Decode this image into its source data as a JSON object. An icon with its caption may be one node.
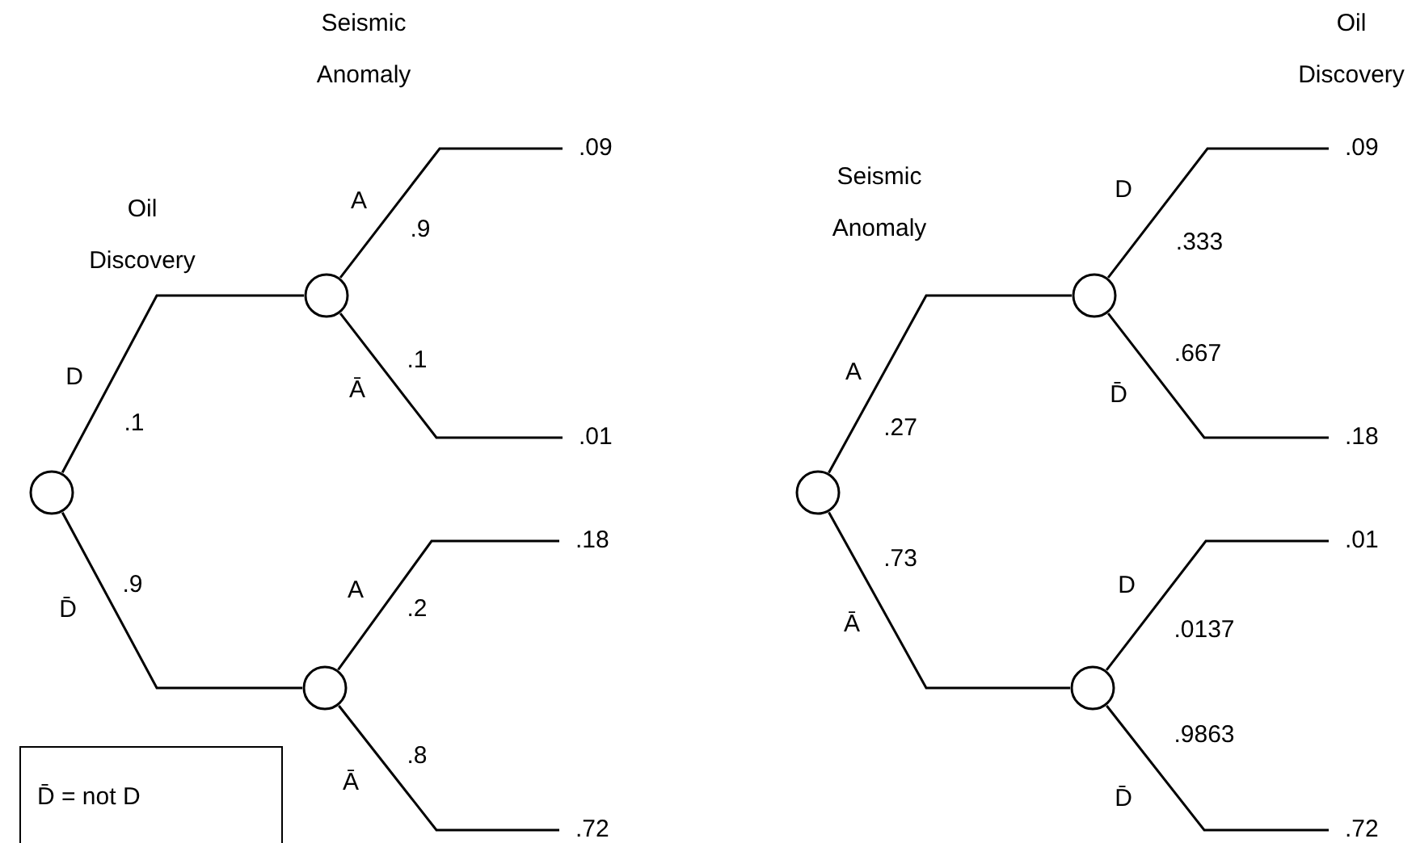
{
  "diagram": {
    "nodes": [
      {
        "text": [],
        "shape": "circle"
      },
      {
        "text": [],
        "shape": "circle"
      },
      {
        "text": [],
        "shape": "circle"
      },
      {
        "text": [
          ".09"
        ]
      },
      {
        "text": [
          ".01"
        ]
      },
      {
        "text": [
          ".18"
        ]
      },
      {
        "text": [
          ".72"
        ]
      },
      {
        "text": [],
        "shape": "circle"
      },
      {
        "text": [],
        "shape": "circle"
      },
      {
        "text": [],
        "shape": "circle"
      },
      {
        "text": [
          ".09"
        ]
      },
      {
        "text": [
          ".18"
        ]
      },
      {
        "text": [
          ".01"
        ]
      },
      {
        "text": [
          ".72"
        ]
      },
      {
        "text": [
          "D̄ = not D"
        ]
      }
    ],
    "edges": [
      {
        "from": 0,
        "to": 1,
        "arrow": "none",
        "label": ".1"
      },
      {
        "from": 0,
        "to": 2,
        "arrow": "none",
        "label": ".9"
      },
      {
        "from": 1,
        "to": 3,
        "arrow": "none",
        "label": ".9"
      },
      {
        "from": 1,
        "to": 4,
        "arrow": "none",
        "label": ".1"
      },
      {
        "from": 2,
        "to": 5,
        "arrow": "none",
        "label": ".2"
      },
      {
        "from": 2,
        "to": 6,
        "arrow": "none",
        "label": ".8"
      },
      {
        "from": 7,
        "to": 8,
        "arrow": "none",
        "label": ".27"
      },
      {
        "from": 7,
        "to": 9,
        "arrow": "none",
        "label": ".73"
      },
      {
        "from": 8,
        "to": 10,
        "arrow": "none",
        "label": ".333"
      },
      {
        "from": 8,
        "to": 11,
        "arrow": "none",
        "label": ".667"
      },
      {
        "from": 9,
        "to": 12,
        "arrow": "none",
        "label": ".0137"
      },
      {
        "from": 9,
        "to": 13,
        "arrow": "none",
        "label": ".9863"
      }
    ],
    "labels": [
      "Seismic Anomaly",
      "Oil Discovery",
      "Oil Discovery",
      "Seismic Anomaly",
      "D",
      "A",
      "A",
      "D",
      "Ā",
      "D̄",
      "D",
      "A",
      "D̄",
      "Ā",
      "Ā",
      "D̄"
    ]
  }
}
